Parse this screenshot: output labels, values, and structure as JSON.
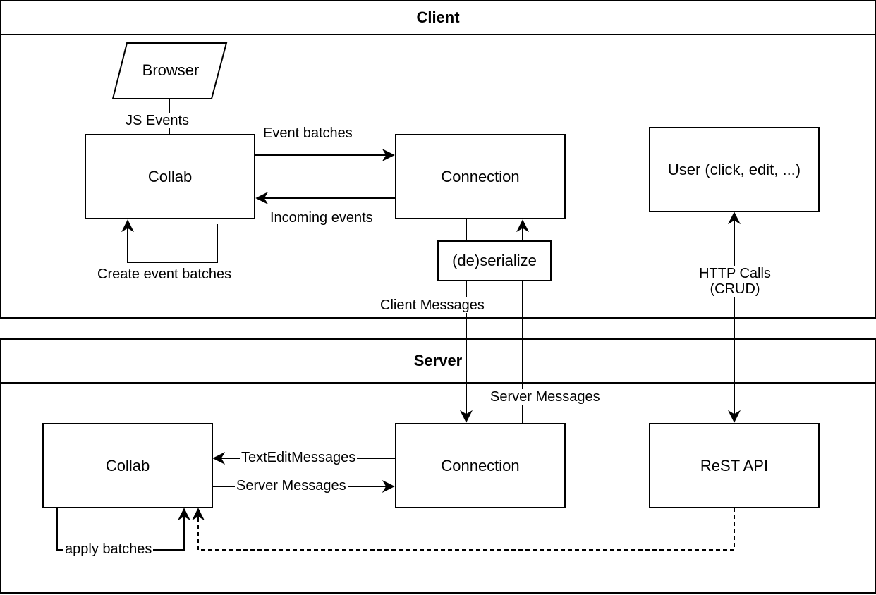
{
  "client": {
    "title": "Client",
    "browser": "Browser",
    "collab": "Collab",
    "connection": "Connection",
    "user": "User (click, edit, ...)",
    "deserialize": "(de)serialize",
    "labels": {
      "js_events": "JS Events",
      "event_batches": "Event batches",
      "incoming_events": "Incoming events",
      "create_event_batches": "Create event batches",
      "client_messages": "Client Messages",
      "http_calls_line1": "HTTP Calls",
      "http_calls_line2": "(CRUD)"
    }
  },
  "server": {
    "title": "Server",
    "collab": "Collab",
    "connection": "Connection",
    "rest_api": "ReST API",
    "labels": {
      "server_messages_top": "Server Messages",
      "text_edit_messages": "TextEditMessages",
      "server_messages": "Server Messages",
      "apply_batches": "apply batches"
    }
  }
}
